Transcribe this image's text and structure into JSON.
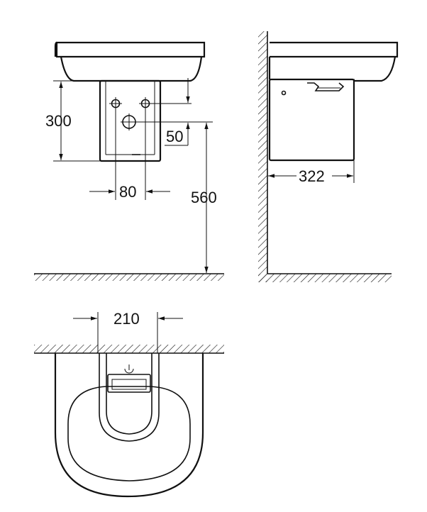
{
  "dimensions": {
    "shroud_height": "300",
    "trap_offset": "50",
    "hole_spacing": "80",
    "floor_height": "560",
    "basin_projection": "322",
    "shroud_width": "210"
  },
  "colors": {
    "line": "#111111",
    "background": "#ffffff"
  }
}
